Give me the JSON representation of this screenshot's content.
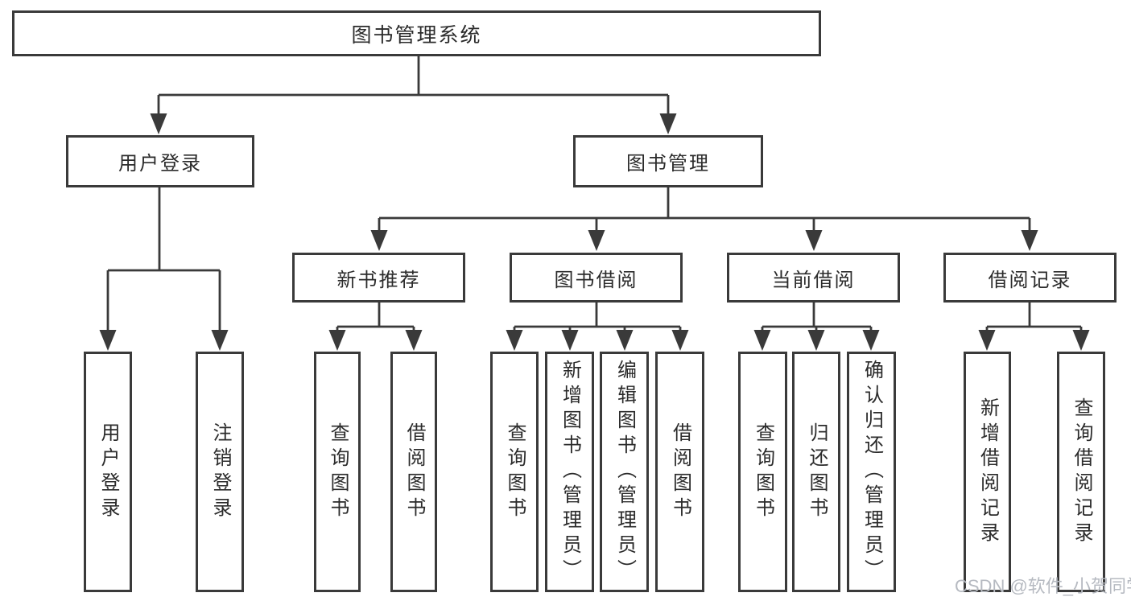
{
  "diagram_title": "图书管理系统",
  "tree": {
    "label": "图书管理系统",
    "children": [
      {
        "label": "用户登录",
        "children": [
          {
            "label": "用户登录"
          },
          {
            "label": "注销登录"
          }
        ]
      },
      {
        "label": "图书管理",
        "children": [
          {
            "label": "新书推荐",
            "children": [
              {
                "label": "查询图书"
              },
              {
                "label": "借阅图书"
              }
            ]
          },
          {
            "label": "图书借阅",
            "children": [
              {
                "label": "查询图书"
              },
              {
                "label": "新增图书（管理员）"
              },
              {
                "label": "编辑图书（管理员）"
              },
              {
                "label": "借阅图书"
              }
            ]
          },
          {
            "label": "当前借阅",
            "children": [
              {
                "label": "查询图书"
              },
              {
                "label": "归还图书"
              },
              {
                "label": "确认归还（管理员）"
              }
            ]
          },
          {
            "label": "借阅记录",
            "children": [
              {
                "label": "新增借阅记录"
              },
              {
                "label": "查询借阅记录"
              }
            ]
          }
        ]
      }
    ]
  },
  "watermark": {
    "text": "CSDN @软件_小贺同学",
    "color": "#b6bac1"
  },
  "colors": {
    "line": "#3a3a3a",
    "text": "#2b2b2b",
    "background": "#ffffff"
  }
}
